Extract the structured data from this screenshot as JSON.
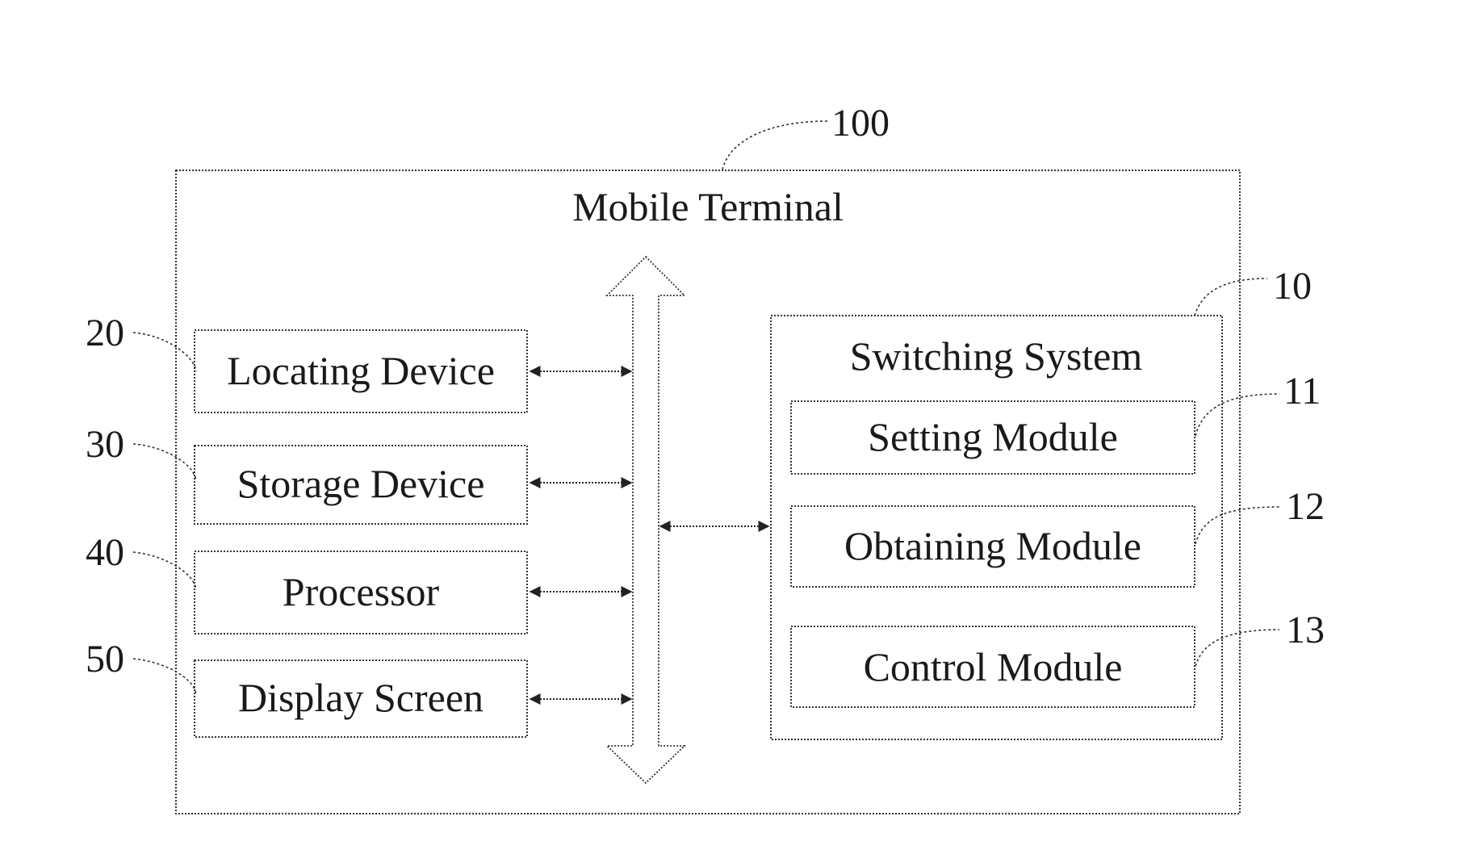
{
  "terminal": {
    "ref": "100",
    "title": "Mobile Terminal"
  },
  "devices": [
    {
      "ref": "20",
      "label": "Locating Device"
    },
    {
      "ref": "30",
      "label": "Storage Device"
    },
    {
      "ref": "40",
      "label": "Processor"
    },
    {
      "ref": "50",
      "label": "Display Screen"
    }
  ],
  "switching_system": {
    "ref": "10",
    "title": "Switching System",
    "modules": [
      {
        "ref": "11",
        "label": "Setting Module"
      },
      {
        "ref": "12",
        "label": "Obtaining Module"
      },
      {
        "ref": "13",
        "label": "Control Module"
      }
    ]
  },
  "colors": {
    "line": "#333333",
    "text": "#1a1a1a",
    "background": "#ffffff"
  }
}
